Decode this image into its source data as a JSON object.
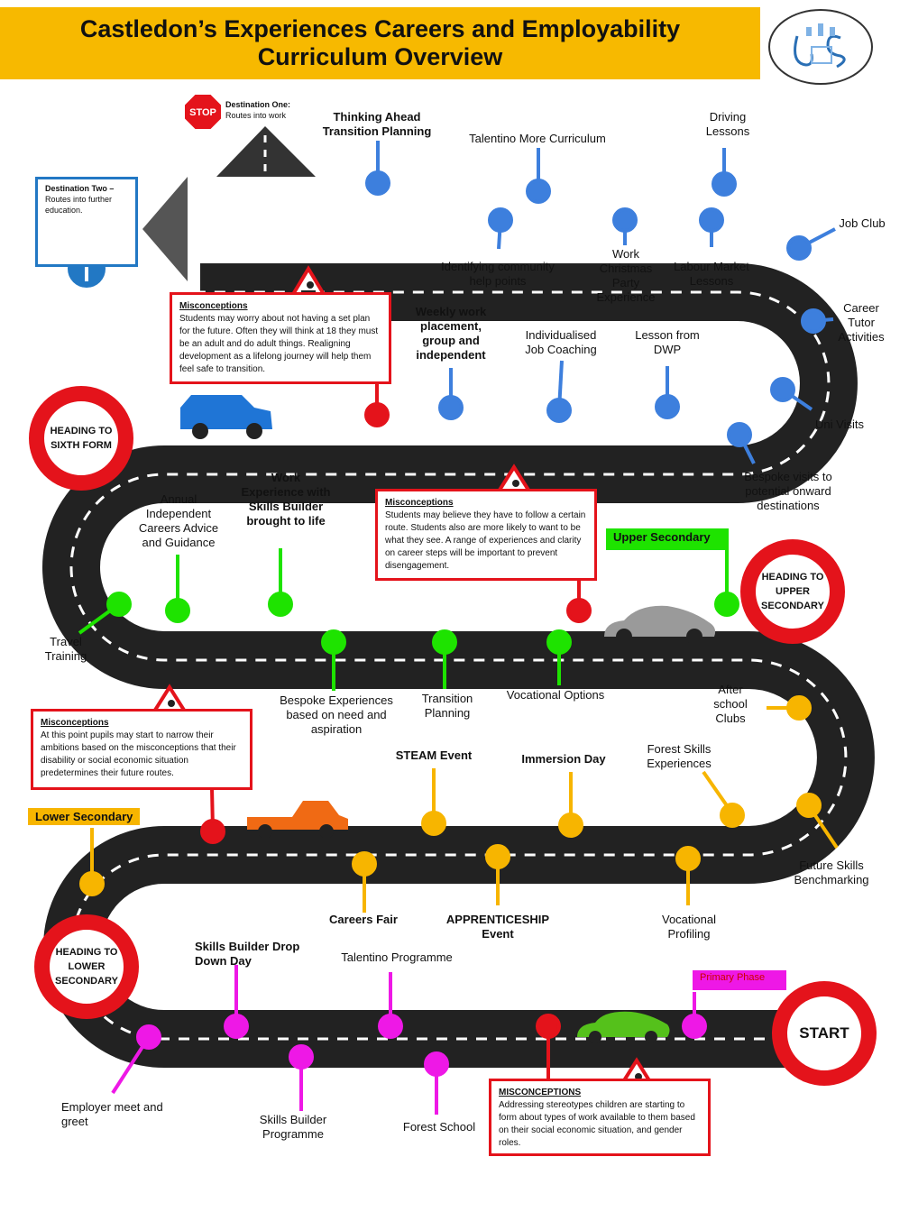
{
  "header": {
    "title": "Castledon’s Experiences Careers and Employability Curriculum Overview"
  },
  "destinations": {
    "one_title": "Destination One:",
    "one_text": "Routes into work",
    "stop_sign": "STOP",
    "two_title": "Destination Two –",
    "two_text": "Routes into further education."
  },
  "milestones": {
    "start": "START",
    "lower": "HEADING TO LOWER SECONDARY",
    "upper": "HEADING TO UPPER SECONDARY",
    "sixth": "HEADING TO SIXTH FORM"
  },
  "phases": {
    "primary": "Primary Phase",
    "lower": "Lower Secondary",
    "upper": "Upper Secondary"
  },
  "colors": {
    "primary": "#ee18e6",
    "lower": "#f7b500",
    "upper": "#1ee300",
    "sixth": "#3d7fdd",
    "misconception": "#e4131b",
    "road": "#222222"
  },
  "misconceptions": [
    {
      "heading": "Misconceptions",
      "text": "Students may worry about not having a set plan for the future. Often they will think at 18 they must be an adult and do adult things. Realigning development as a lifelong journey will help them feel safe to transition."
    },
    {
      "heading": "Misconceptions",
      "text": "Students may believe they have to follow a certain route. Students also are more likely to want to be what they see. A range of experiences and clarity on career steps will be important to prevent disengagement."
    },
    {
      "heading": "Misconceptions",
      "text": "At this point pupils may start to narrow their ambitions based on the misconceptions that their disability or social economic situation predetermines their future routes."
    },
    {
      "heading": "MISCONCEPTIONS",
      "text": "Addressing stereotypes children are starting to form about types of work available to them based on their social economic situation, and gender roles."
    }
  ],
  "activities": {
    "primary": [
      "Skills Builder Drop Down Day",
      "Talentino Programme",
      "Employer meet and greet",
      "Skills Builder Programme",
      "Forest School"
    ],
    "lower": [
      "STEAM Event",
      "Immersion Day",
      "Forest Skills Experiences",
      "After school Clubs",
      "Careers Fair",
      "APPRENTICESHIP Event",
      "Vocational Profiling",
      "Future Skills Benchmarking"
    ],
    "upper": [
      "Work Experience with Skills Builder brought to life",
      "Annual Independent Careers Advice and Guidance",
      "Travel Training",
      "Bespoke Experiences based on need and aspiration",
      "Transition Planning",
      "Vocational Options"
    ],
    "sixth": [
      "Weekly work placement, group and independent",
      "Individualised Job Coaching",
      "Lesson from DWP",
      "Bespoke visits to potential onward destinations",
      "Uni Visits",
      "Career Tutor Activities",
      "Job Club",
      "Identifying community help points",
      "Work Christmas Party Experience",
      "Labour Market Lessons",
      "Thinking Ahead Transition Planning",
      "Talentino More Curriculum",
      "Driving Lessons"
    ]
  }
}
